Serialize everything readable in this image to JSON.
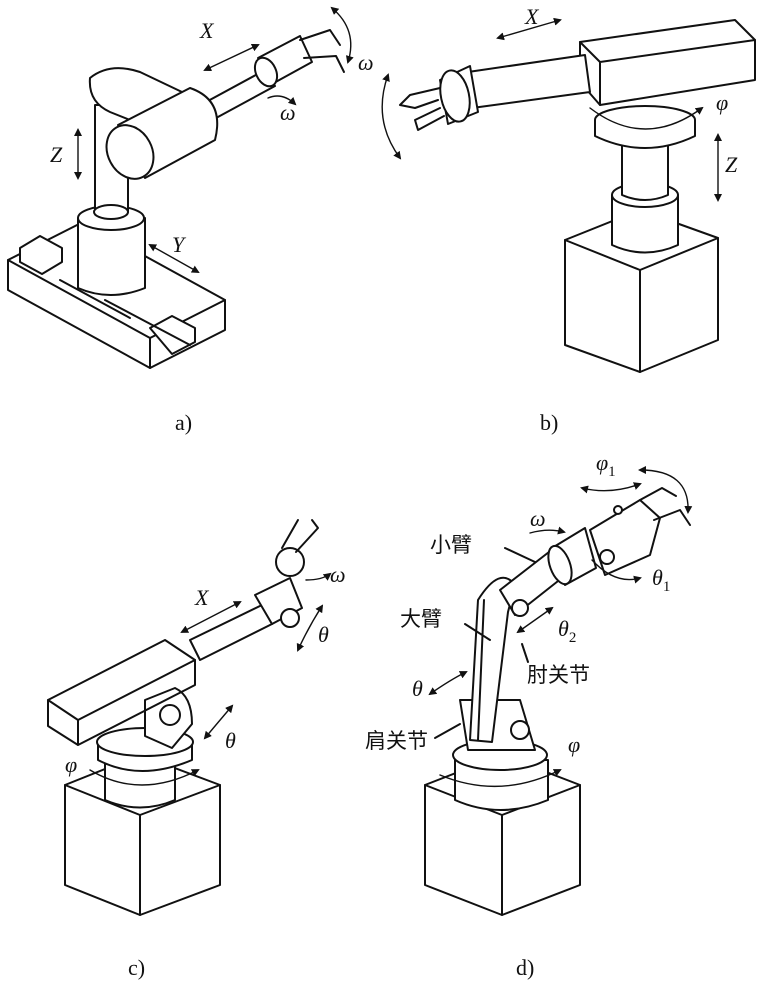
{
  "panels": {
    "a": {
      "caption": "a)",
      "labels": {
        "x": "X",
        "z": "Z",
        "y": "Y",
        "w1": "ω",
        "w2": "ω"
      }
    },
    "b": {
      "caption": "b)",
      "labels": {
        "x": "X",
        "phi": "φ",
        "z": "Z"
      }
    },
    "c": {
      "caption": "c)",
      "labels": {
        "x": "X",
        "w": "ω",
        "theta_top": "θ",
        "theta_base": "θ",
        "phi": "φ"
      }
    },
    "d": {
      "caption": "d)",
      "labels": {
        "phi1": "φ",
        "phi1_sub": "1",
        "w": "ω",
        "theta1": "θ",
        "theta1_sub": "1",
        "theta2": "θ",
        "theta2_sub": "2",
        "forearm": "小臂",
        "upper_arm": "大臂",
        "elbow_joint": "肘关节",
        "theta": "θ",
        "shoulder_joint": "肩关节",
        "phi": "φ"
      }
    }
  }
}
